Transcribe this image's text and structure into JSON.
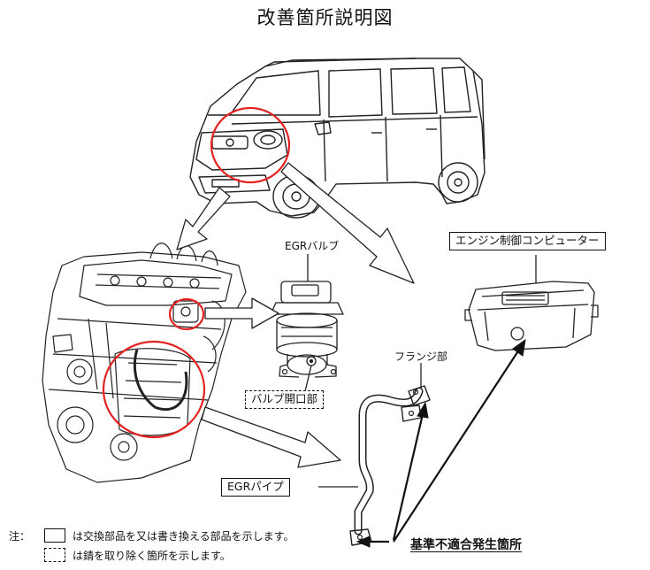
{
  "title": "改善箇所説明図",
  "labels": {
    "egr_valve": "EGRバルブ",
    "valve_opening": "バルブ開口部",
    "flange": "フランジ部",
    "egr_pipe": "EGRパイプ",
    "ecu": "エンジン制御コンピューター",
    "defect_location": "基準不適合発生箇所"
  },
  "legend": {
    "prefix": "注：",
    "solid_text": "は交換部品を又は書き換える部品を示します。",
    "dashed_text": "は錆を取り除く箇所を示します。"
  },
  "colors": {
    "highlight_circle": "#e52222",
    "line": "#111111"
  }
}
